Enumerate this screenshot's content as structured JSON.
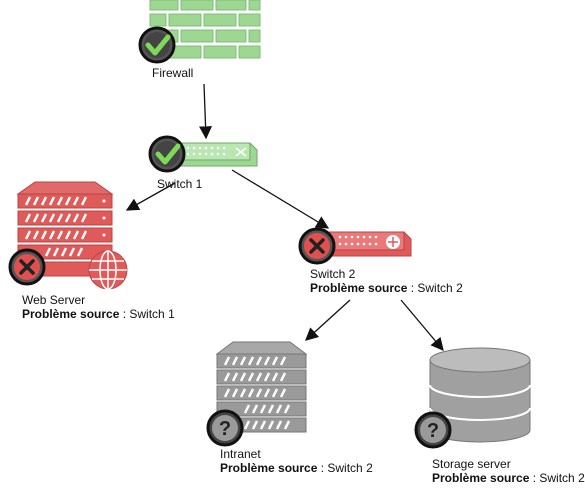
{
  "nodes": {
    "firewall": {
      "name": "Firewall",
      "status": "ok"
    },
    "switch1": {
      "name": "Switch 1",
      "status": "ok"
    },
    "switch2": {
      "name": "Switch 2",
      "status": "error",
      "problem_label": "Problème source",
      "problem_sep": " : ",
      "problem_value": "Switch 2"
    },
    "webserver": {
      "name": "Web Server",
      "status": "error",
      "problem_label": "Problème source",
      "problem_sep": " : ",
      "problem_value": "Switch 1"
    },
    "intranet": {
      "name": "Intranet",
      "status": "unknown",
      "problem_label": "Problème source",
      "problem_sep": " : ",
      "problem_value": "Switch 2"
    },
    "storage": {
      "name": "Storage server",
      "status": "unknown",
      "problem_label": "Problème source",
      "problem_sep": " : ",
      "problem_value": "Switch 2"
    }
  },
  "status_icons": {
    "ok": "check-icon",
    "error": "cross-icon",
    "unknown": "question-icon"
  },
  "colors": {
    "ok": "#7cc576",
    "error": "#e05a5a",
    "unknown": "#9a9a9a",
    "badge": "#1a1a1a"
  }
}
